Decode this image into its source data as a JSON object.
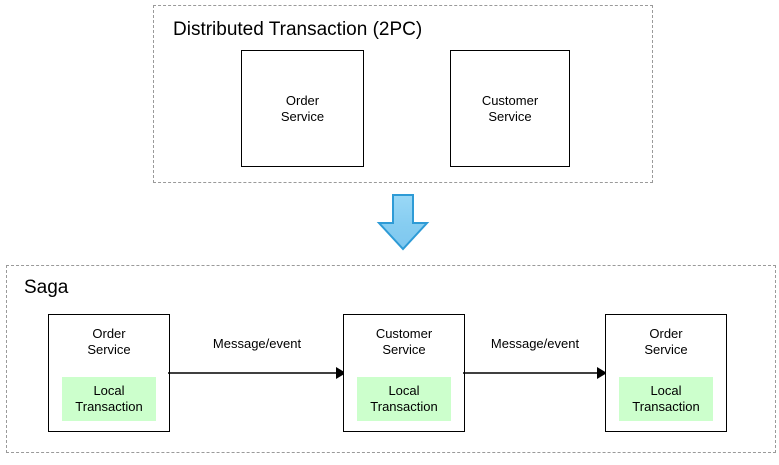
{
  "diagram": {
    "title_2pc": "Distributed Transaction (2PC)",
    "title_saga": "Saga",
    "colors": {
      "local_transaction_fill": "#ccffcc",
      "arrow_fill": "#8fd3f4",
      "arrow_stroke": "#2e9bd6",
      "box_stroke": "#000000",
      "group_stroke": "#9a9a9a",
      "background": "#ffffff"
    },
    "two_pc": {
      "services": [
        {
          "name": "order-service",
          "label": "Order\nService"
        },
        {
          "name": "customer-service",
          "label": "Customer\nService"
        }
      ]
    },
    "transition_arrow": {
      "name": "down-arrow-icon",
      "direction": "down"
    },
    "saga": {
      "steps": [
        {
          "name": "order-service",
          "label": "Order\nService",
          "local_transaction": "Local\nTransaction"
        },
        {
          "name": "customer-service",
          "label": "Customer\nService",
          "local_transaction": "Local\nTransaction"
        },
        {
          "name": "order-service",
          "label": "Order\nService",
          "local_transaction": "Local\nTransaction"
        }
      ],
      "connectors": [
        {
          "name": "message-event-1",
          "label": "Message/event"
        },
        {
          "name": "message-event-2",
          "label": "Message/event"
        }
      ]
    }
  }
}
